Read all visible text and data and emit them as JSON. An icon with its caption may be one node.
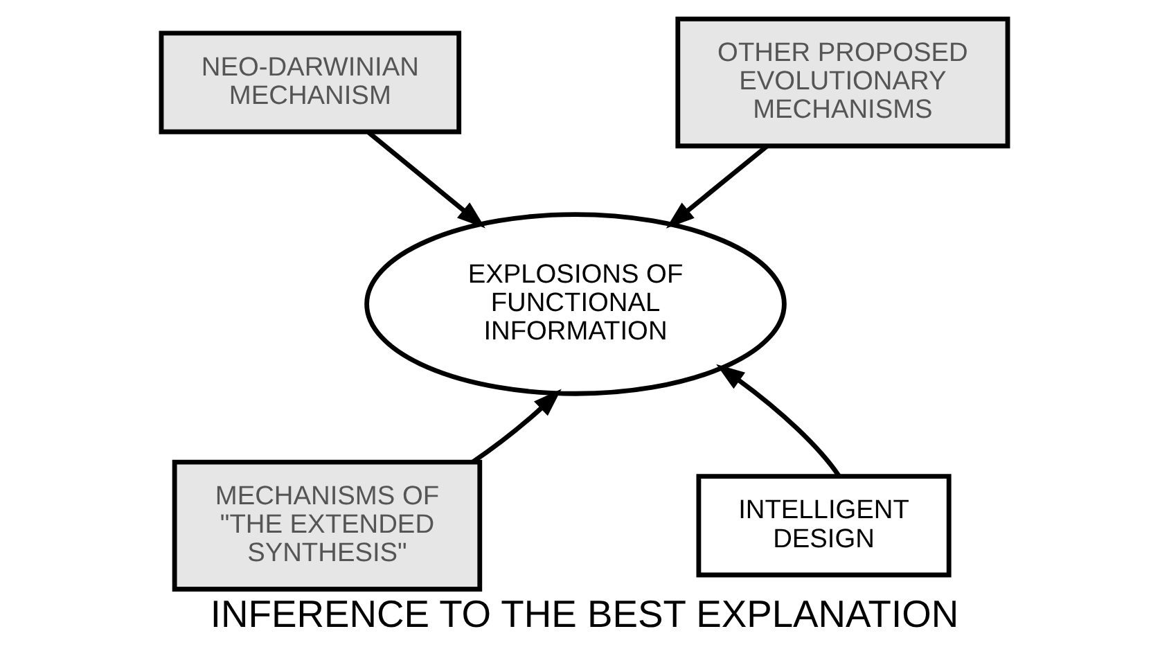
{
  "diagram": {
    "caption": "INFERENCE TO THE BEST EXPLANATION",
    "nodes": [
      {
        "text": [
          "NEO-DARWINIAN MECHANISM"
        ]
      },
      {
        "text": [
          "OTHER PROPOSED EVOLUTIONARY MECHANISMS"
        ]
      },
      {
        "text": [
          "EXPLOSIONS OF FUNCTIONAL INFORMATION"
        ]
      },
      {
        "text": [
          "MECHANISMS OF \"THE EXTENDED SYNTHESIS\""
        ]
      },
      {
        "text": [
          "INTELLIGENT DESIGN"
        ]
      }
    ],
    "edges": [
      {
        "from": 0,
        "to": 2,
        "arrow": "to"
      },
      {
        "from": 1,
        "to": 2,
        "arrow": "to"
      },
      {
        "from": 3,
        "to": 2,
        "arrow": "to"
      },
      {
        "from": 4,
        "to": 2,
        "arrow": "to"
      }
    ]
  }
}
